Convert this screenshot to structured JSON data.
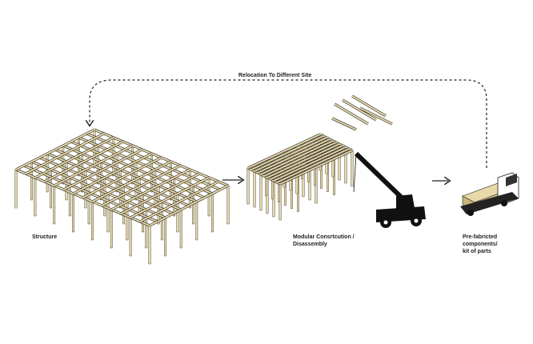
{
  "title": "Relocation To Different Site",
  "stages": [
    {
      "label_lines": [
        "Structure"
      ]
    },
    {
      "label_lines": [
        "Modular Consrtcution /",
        "Disassembly"
      ]
    },
    {
      "label_lines": [
        "Pre-fabricted components/",
        "kit of parts"
      ]
    }
  ],
  "colors": {
    "timber": "#e8d9a8",
    "line": "#222222",
    "dash": "#222222"
  }
}
